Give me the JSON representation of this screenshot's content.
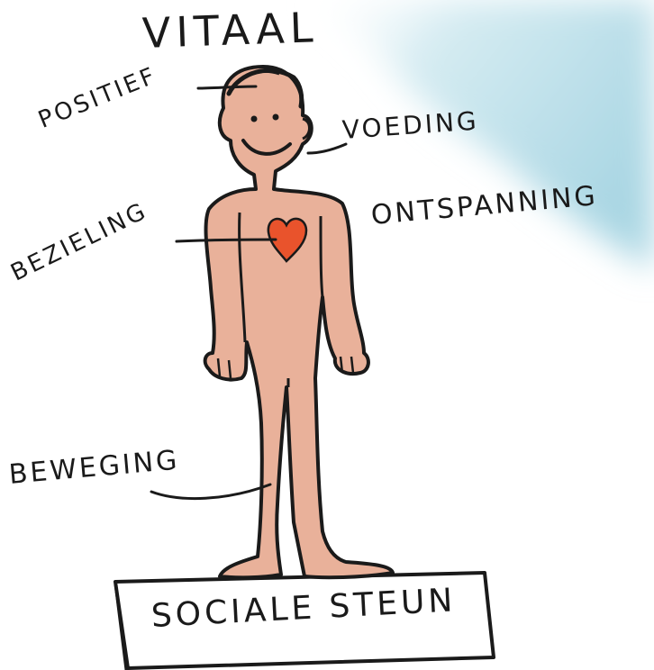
{
  "labels": {
    "title": "VITAAL",
    "positief": "POSITIEF",
    "voeding": "VOEDING",
    "bezieling": "BEZIELING",
    "ontspanning": "ONTSPANNING",
    "beweging": "BEWEGING",
    "pedestal": "SOCIALE STEUN"
  },
  "colors": {
    "background": "#ffffff",
    "sky_wash": "#bfe1ea",
    "skin": "#e9b19a",
    "outline": "#1a1a1a",
    "heart": "#e9532c"
  }
}
